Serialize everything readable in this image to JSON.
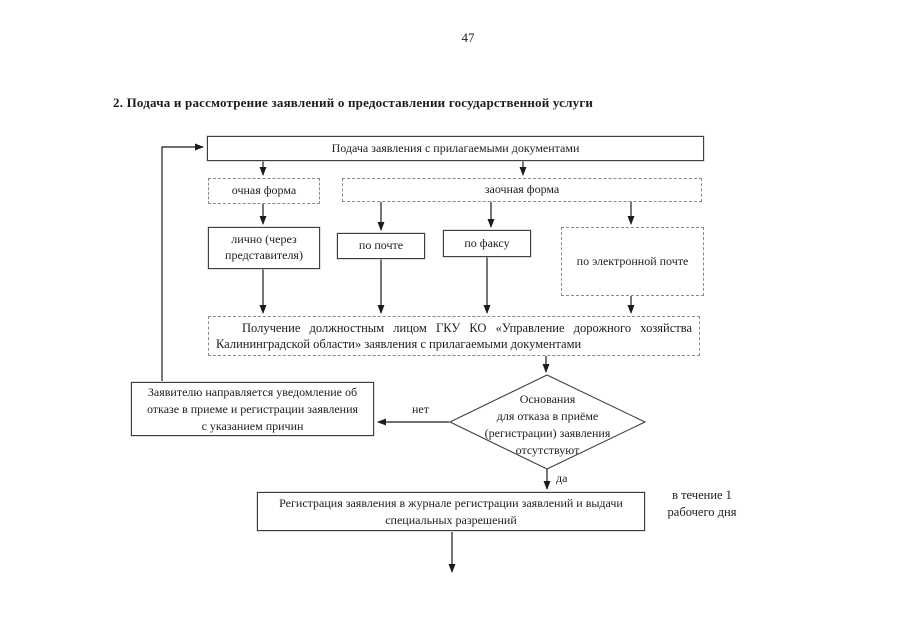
{
  "page": {
    "number": "47",
    "section_heading": "2. Подача и рассмотрение заявлений о предоставлении государственной услуги"
  },
  "flowchart": {
    "nodes": {
      "submission": {
        "label": "Подача заявления с прилагаемыми документами"
      },
      "in_person_form": {
        "label": "очная форма"
      },
      "remote_form": {
        "label": "заочная форма"
      },
      "personally": {
        "lines": [
          "лично (через",
          "представителя)"
        ]
      },
      "by_mail": {
        "label": "по почте"
      },
      "by_fax": {
        "label": "по факсу"
      },
      "by_email": {
        "label": "по электронной почте"
      },
      "receipt": {
        "lines": [
          "Получение должностным лицом ГКУ КО «Управление дорожного хозяйства",
          "Калининградской области» заявления с прилагаемыми документами"
        ]
      },
      "refusal_notice": {
        "lines": [
          "Заявителю направляется уведомление об",
          "отказе в приеме и регистрации заявления",
          "с указанием причин"
        ]
      },
      "decision": {
        "lines": [
          "Основания",
          "для отказа в приёме",
          "(регистрации) заявления",
          "отсутствуют"
        ]
      },
      "registration": {
        "lines": [
          "Регистрация заявления в журнале регистрации заявлений и выдачи",
          "специальных разрешений"
        ]
      }
    },
    "edge_labels": {
      "no": "нет",
      "yes": "да"
    },
    "annotation": {
      "lines": [
        "в течение 1",
        "рабочего дня"
      ]
    }
  }
}
